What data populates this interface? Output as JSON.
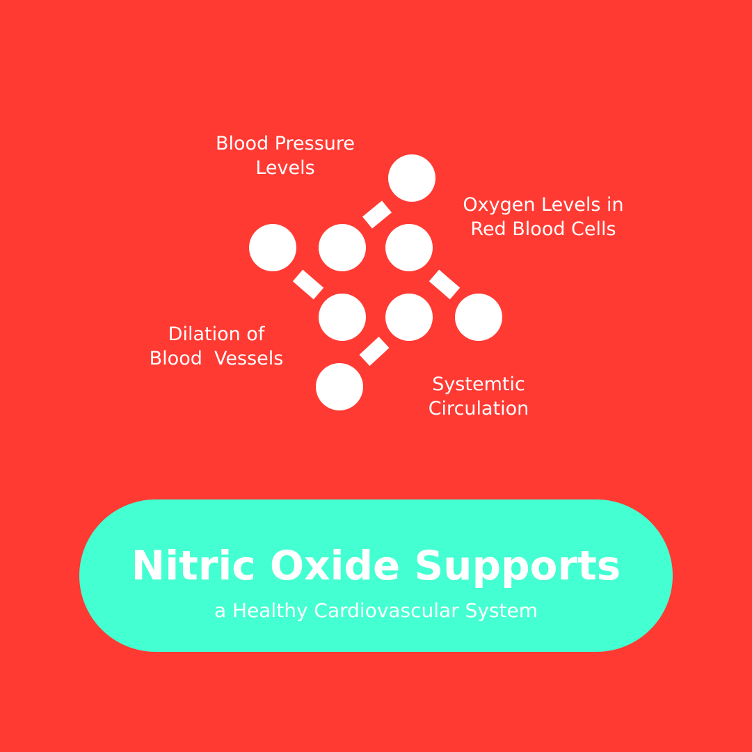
{
  "colors": {
    "background": "#ff3a33",
    "pill": "#44ffd1",
    "text": "#ffffff",
    "atoms": "#ffffff"
  },
  "diagram": {
    "labels": {
      "blood_pressure": "Blood Pressure\nLevels",
      "oxygen_levels": "Oxygen Levels in\nRed Blood Cells",
      "dilation": "Dilation of\nBlood  Vessels",
      "circulation": "Systemtic\nCirculation"
    }
  },
  "banner": {
    "title": "Nitric Oxide Supports",
    "subtitle": "a Healthy Cardiovascular System"
  }
}
